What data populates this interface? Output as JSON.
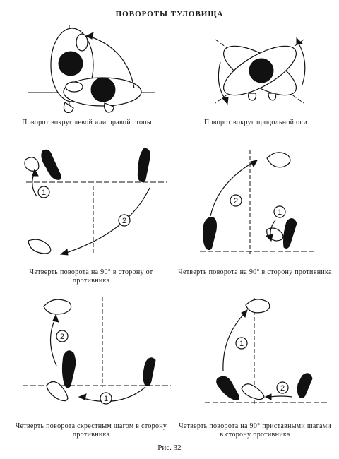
{
  "title": "ПОВОРОТЫ ТУЛОВИЩА",
  "figure_label": "Рис. 32",
  "panels": [
    {
      "id": "p1",
      "caption": "Поворот вокруг левой или правой стопы"
    },
    {
      "id": "p2",
      "caption": "Поворот вокруг продольной оси"
    },
    {
      "id": "p3",
      "caption": "Четверть поворота на 90° в сторону от противника",
      "steps": [
        "1",
        "2"
      ]
    },
    {
      "id": "p4",
      "caption": "Четверть поворота на 90° в сторону противника",
      "steps": [
        "2",
        "1"
      ]
    },
    {
      "id": "p5",
      "caption": "Четверть поворота скрестным шагом в сторону противника",
      "steps": [
        "2",
        "1"
      ]
    },
    {
      "id": "p6",
      "caption": "Четверть поворота на 90° приставными шагами в сторону противника",
      "steps": [
        "1",
        "2"
      ]
    }
  ],
  "colors": {
    "ink": "#111111",
    "paper": "#ffffff"
  }
}
